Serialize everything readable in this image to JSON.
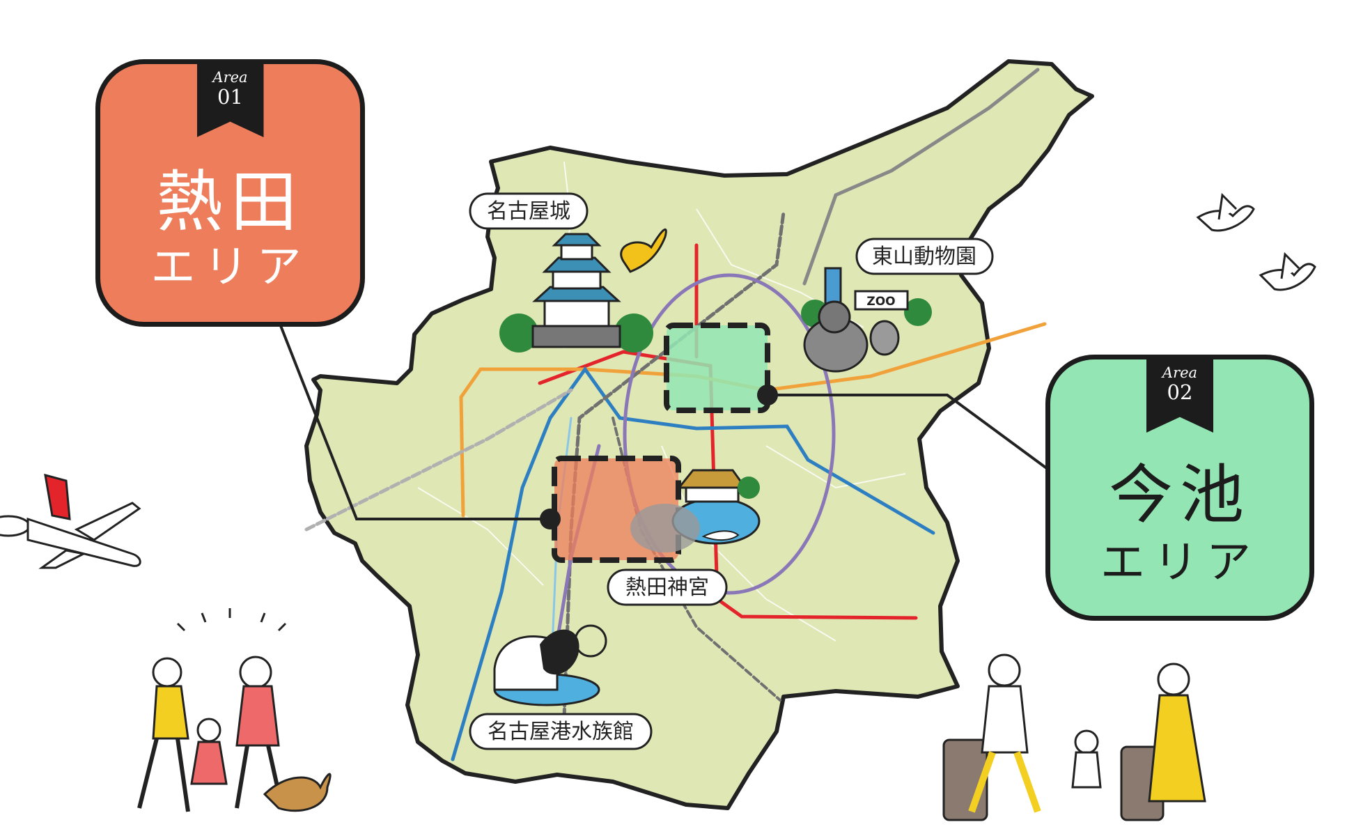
{
  "areas": [
    {
      "area_word": "Area",
      "number": "01",
      "name": "熱田",
      "sub": "エリア",
      "color": "#ee7d5c"
    },
    {
      "area_word": "Area",
      "number": "02",
      "name": "今池",
      "sub": "エリア",
      "color": "#93e6b4"
    }
  ],
  "landmarks": {
    "castle": "名古屋城",
    "zoo": "東山動物園",
    "zoo_sign": "ZOO",
    "shrine": "熱田神宮",
    "aquarium": "名古屋港水族館"
  },
  "colors": {
    "land": "#dfe7b4",
    "outline": "#222222",
    "line_red": "#e3242b",
    "line_orange": "#f0a13a",
    "line_blue": "#2d7fc1",
    "line_purple": "#8a77b8",
    "line_gray": "#888888"
  }
}
